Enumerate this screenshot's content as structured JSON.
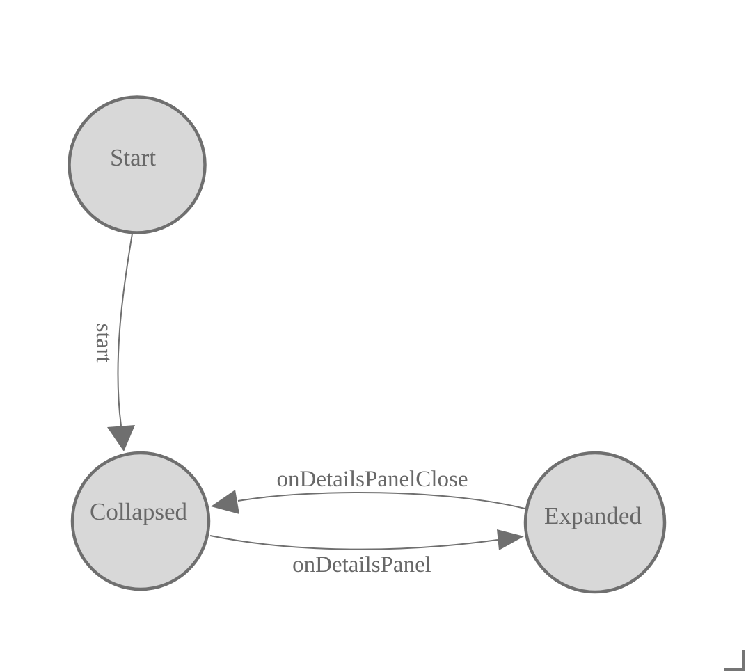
{
  "diagram": {
    "type": "state-machine",
    "nodes": [
      {
        "id": "start",
        "label": "Start"
      },
      {
        "id": "collapsed",
        "label": "Collapsed"
      },
      {
        "id": "expanded",
        "label": "Expanded"
      }
    ],
    "edges": [
      {
        "from": "start",
        "to": "collapsed",
        "label": "start",
        "label_orientation": "vertical"
      },
      {
        "from": "collapsed",
        "to": "expanded",
        "label": "onDetailsPanel",
        "label_orientation": "horizontal"
      },
      {
        "from": "expanded",
        "to": "collapsed",
        "label": "onDetailsPanelClose",
        "label_orientation": "horizontal"
      }
    ]
  },
  "colors": {
    "background": "#ffffff",
    "node_fill": "#d8d8d8",
    "node_stroke": "#6f6f6f",
    "edge_stroke": "#6f6f6f",
    "arrow_fill": "#6f6f6f",
    "label_color": "#686868",
    "corner_mark": "#757575"
  }
}
